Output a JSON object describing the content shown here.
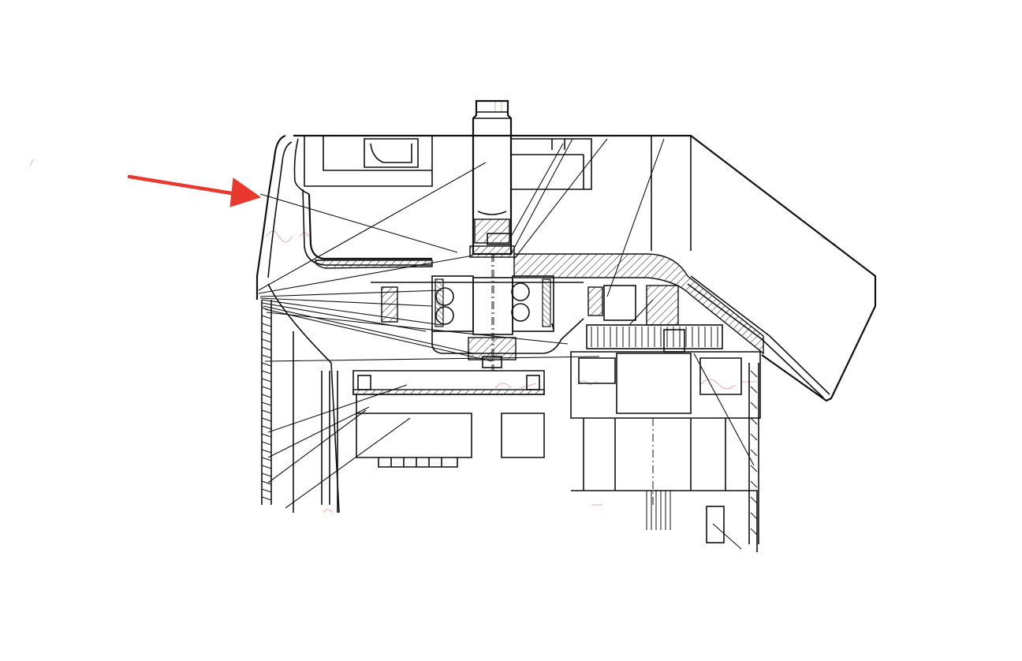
{
  "colors": {
    "line": "#111111",
    "arrow": "#e8392e",
    "ghost_marks": "#d46a6a",
    "background": "#ffffff"
  },
  "diagram": {
    "kind": "mechanical cross-section drawing",
    "pointer_arrow": {
      "color": "#e8392e",
      "direction": "right"
    },
    "leader_line_count": 22
  }
}
